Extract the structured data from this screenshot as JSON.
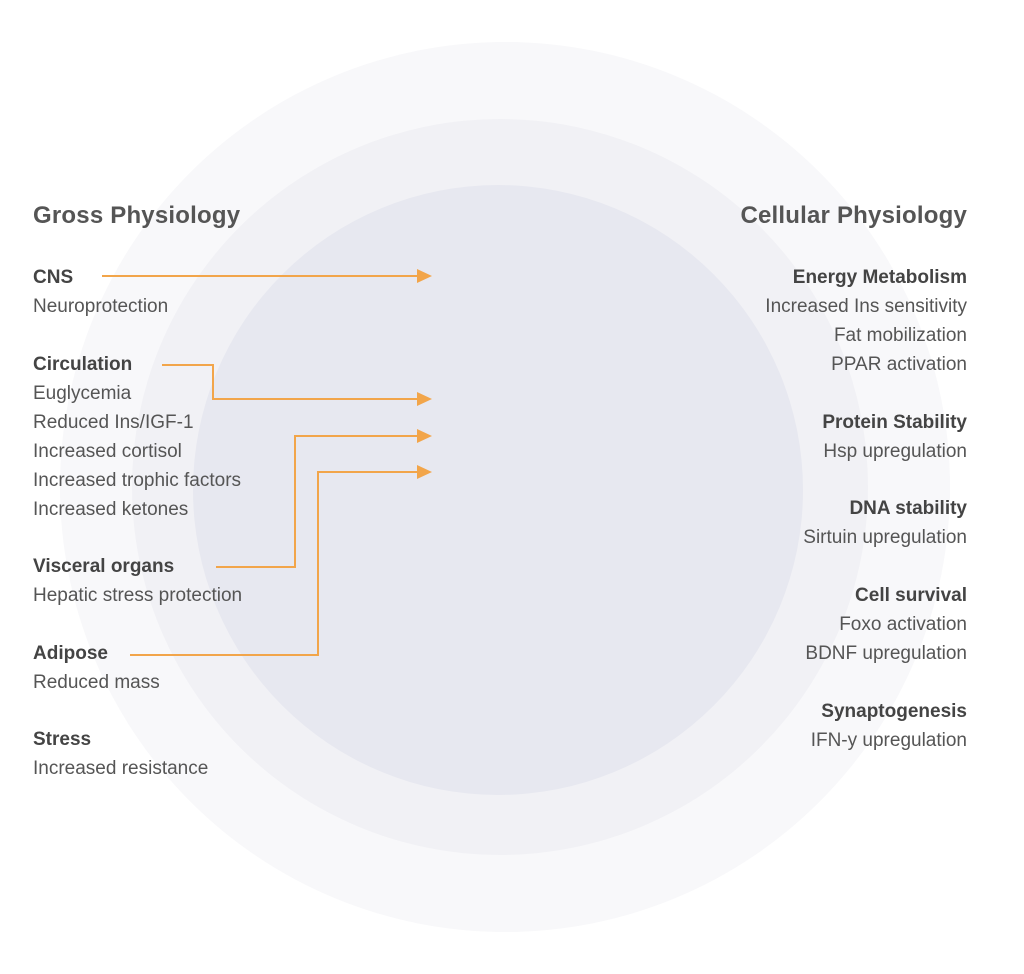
{
  "left": {
    "heading": "Gross Physiology",
    "groups": [
      {
        "title": "CNS",
        "lines": [
          "Neuroprotection"
        ]
      },
      {
        "title": "Circulation",
        "lines": [
          "Euglycemia",
          "Reduced Ins/IGF-1",
          "Increased cortisol",
          "Increased trophic factors",
          "Increased ketones"
        ]
      },
      {
        "title": "Visceral organs",
        "lines": [
          "Hepatic stress protection"
        ]
      },
      {
        "title": "Adipose",
        "lines": [
          "Reduced mass"
        ]
      },
      {
        "title": "Stress",
        "lines": [
          "Increased resistance"
        ]
      }
    ]
  },
  "right": {
    "heading": "Cellular Physiology",
    "groups": [
      {
        "title": "Energy Metabolism",
        "lines": [
          "Increased Ins sensitivity",
          "Fat mobilization",
          "PPAR activation"
        ]
      },
      {
        "title": "Protein Stability",
        "lines": [
          "Hsp upregulation"
        ]
      },
      {
        "title": "DNA stability",
        "lines": [
          "Sirtuin upregulation"
        ]
      },
      {
        "title": "Cell survival",
        "lines": [
          "Foxo activation",
          "BDNF upregulation"
        ]
      },
      {
        "title": "Synaptogenesis",
        "lines": [
          "IFN-y upregulation"
        ]
      }
    ]
  },
  "colors": {
    "arrow": "#f2a54a",
    "figure_fill": "#a9acc6",
    "figure_mesh": "#ffffff",
    "halo_outer": "#f7f7f9",
    "halo_inner": "#e8e9f1"
  }
}
